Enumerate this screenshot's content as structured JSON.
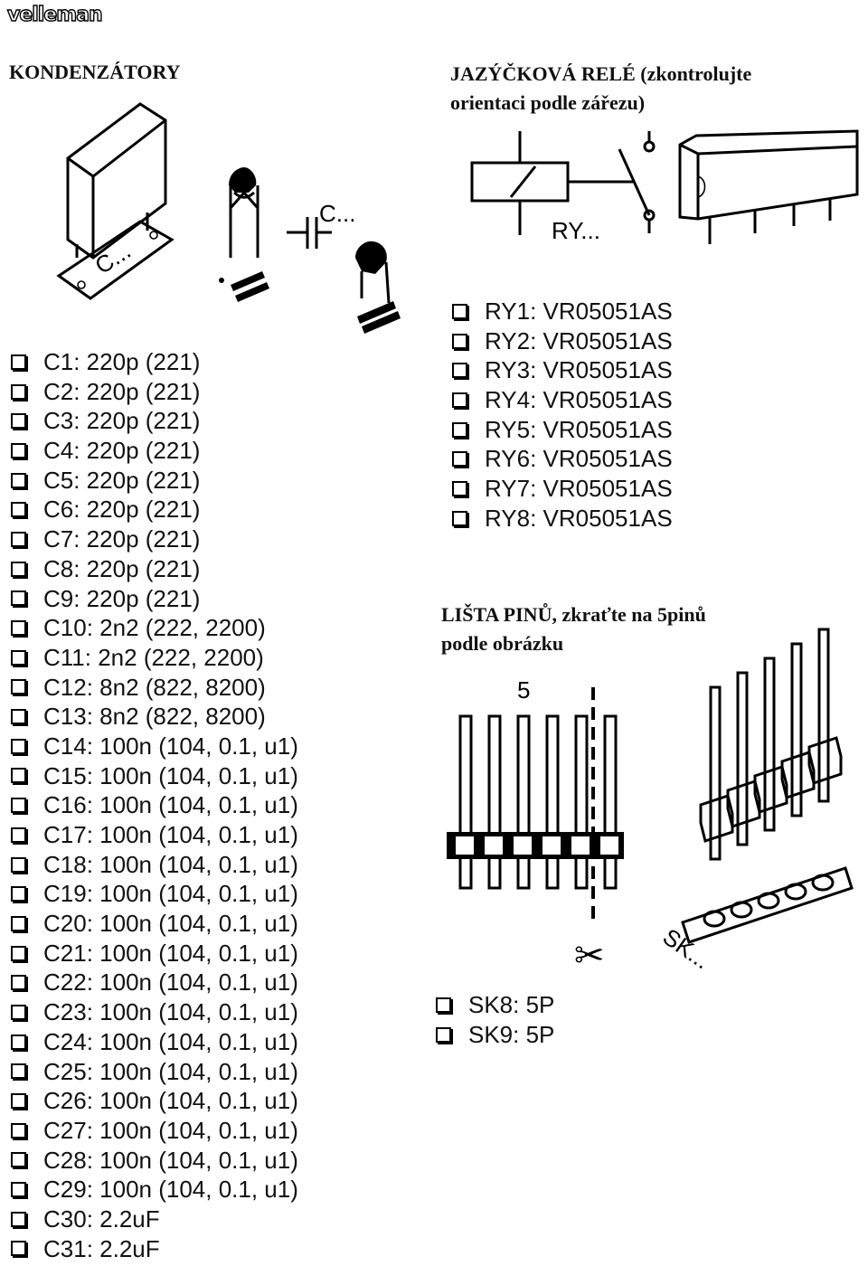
{
  "logo": "velleman",
  "capacitors": {
    "title": "KONDENZÁTORY",
    "figure_label": "C...",
    "items": [
      "C1: 220p (221)",
      "C2: 220p (221)",
      "C3: 220p (221)",
      "C4: 220p (221)",
      "C5: 220p (221)",
      "C6: 220p (221)",
      "C7: 220p (221)",
      "C8: 220p (221)",
      "C9: 220p (221)",
      "C10: 2n2 (222, 2200)",
      "C11: 2n2 (222, 2200)",
      "C12: 8n2 (822, 8200)",
      "C13: 8n2 (822, 8200)",
      "C14: 100n (104, 0.1, u1)",
      "C15: 100n (104, 0.1, u1)",
      "C16: 100n (104, 0.1, u1)",
      "C17: 100n (104, 0.1, u1)",
      "C18: 100n (104, 0.1, u1)",
      "C19: 100n (104, 0.1, u1)",
      "C20: 100n (104, 0.1, u1)",
      "C21: 100n (104, 0.1, u1)",
      "C22: 100n (104, 0.1, u1)",
      "C23: 100n (104, 0.1, u1)",
      "C24: 100n (104, 0.1, u1)",
      "C25: 100n (104, 0.1, u1)",
      "C26: 100n (104, 0.1, u1)",
      "C27: 100n (104, 0.1, u1)",
      "C28: 100n (104, 0.1, u1)",
      "C29: 100n (104, 0.1, u1)",
      "C30: 2.2uF",
      "C31: 2.2uF"
    ]
  },
  "relays": {
    "title_line1": "JAZÝČKOVÁ RELÉ (zkontrolujte",
    "title_line2": "orientaci podle zářezu)",
    "figure_label": "RY...",
    "items": [
      "RY1: VR05051AS",
      "RY2: VR05051AS",
      "RY3: VR05051AS",
      "RY4: VR05051AS",
      "RY5: VR05051AS",
      "RY6: VR05051AS",
      "RY7: VR05051AS",
      "RY8: VR05051AS"
    ]
  },
  "pinheader": {
    "title_line1": "LIŠTA PINŮ, zkraťte na 5pinů",
    "title_line2": "podle obrázku",
    "figure_count": "5",
    "figure_label": "SK...",
    "items": [
      "SK8: 5P",
      "SK9: 5P"
    ]
  }
}
